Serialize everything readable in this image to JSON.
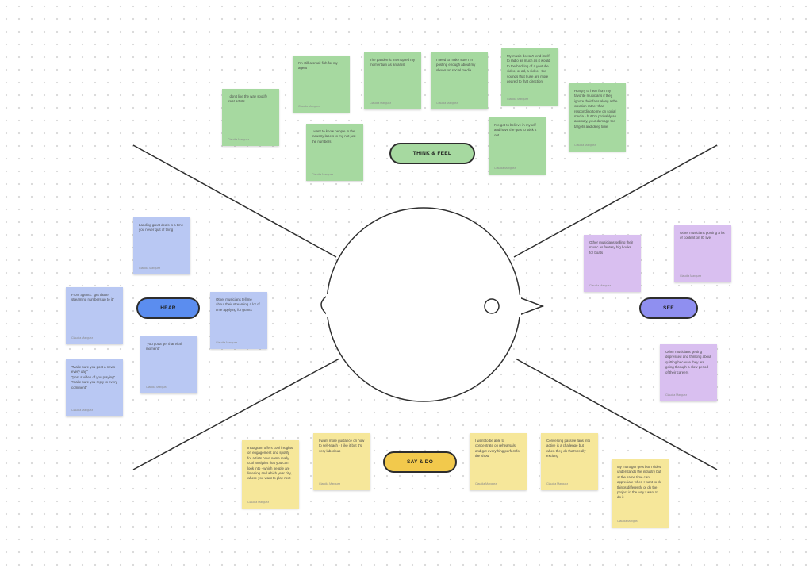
{
  "colors": {
    "think_feel": "#a6d9a0",
    "hear": "#5b8def",
    "see": "#8f8ff0",
    "say_do": "#f2c94c",
    "note_blue": "#b9c8f3",
    "note_purple": "#d9bff0",
    "note_yellow": "#f6e79a"
  },
  "sections": {
    "think_feel": "THINK & FEEL",
    "hear": "HEAR",
    "see": "SEE",
    "say_do": "SAY & DO"
  },
  "notes": {
    "think_feel": [
      {
        "text": "I don't like the way spotify treat artists",
        "author": "Claudia Marquez"
      },
      {
        "text": "I'm still a small fish for my agent",
        "author": "Claudia Marquez"
      },
      {
        "text": "I want to know people in the industry labels to my not just the numbers",
        "author": "Claudia Marquez"
      },
      {
        "text": "The pandemic interrupted my momentum as an artist",
        "author": "Claudia Marquez"
      },
      {
        "text": "I need to make sure I'm posting enough about my shows on social media",
        "author": "Claudia Marquez"
      },
      {
        "text": "My music doesn't lend itself to radio as much as it would to the backing of a youtube video, or ad, a video - the sounds that I use are more geared to that direction",
        "author": "Claudia Marquez"
      },
      {
        "text": "I've got to believe in myself and have the guts to stick it out",
        "author": "Claudia Marquez"
      },
      {
        "text": "Hungry to hear from my favorite musicians if they ignore their fans along a the creation rather than responding to me on social media - but I'm probably an anomaly, your damage the targets and deep time",
        "author": "Claudia Marquez"
      }
    ],
    "hear": [
      {
        "text": "Landing great deals is a time you never quit of thing",
        "author": "Claudia Marquez"
      },
      {
        "text": "From agents: \"get those streaming numbers up to it\"",
        "author": "Claudia Marquez"
      },
      {
        "text": "Other musicians tell me about their streaming a lot of time applying for grants",
        "author": "Claudia Marquez"
      },
      {
        "text": "\"you gotta get that viral moment\"",
        "author": "Claudia Marquez"
      },
      {
        "text": "\"Make sure you post a news every day\"\n\"post a video of you playing\"\n\"make sure you reply to every comment\"",
        "author": "Claudia Marquez"
      }
    ],
    "see": [
      {
        "text": "Other musicians selling their music as fantasy big hooks for boats",
        "author": "Claudia Marquez"
      },
      {
        "text": "Other musicians posting a lot of content on IG live",
        "author": "Claudia Marquez"
      },
      {
        "text": "Other musicians getting depressed and thinking about quitting because they are going through a slow period of their careers",
        "author": "Claudia Marquez"
      }
    ],
    "say_do": [
      {
        "text": "Instagram offers cool insights on engagement and spotify for artists have some really cool analytics that you can look into - which people are listening and which year city, where you want to play next",
        "author": "Claudia Marquez"
      },
      {
        "text": "I want more guidance on how to self-teach - I like it but it's very laborious",
        "author": "Claudia Marquez"
      },
      {
        "text": "I want to be able to concentrate on rehearsals and get everything perfect for the show",
        "author": "Claudia Marquez"
      },
      {
        "text": "Converting passive fans into active is a challenge but when they do that's really exciting",
        "author": "Claudia Marquez"
      },
      {
        "text": "My manager gets both sides: understands the industry but at the same time can appreciate when I want to do things differently or do the project in the way I want to do it",
        "author": "Claudia Marquez"
      }
    ]
  }
}
